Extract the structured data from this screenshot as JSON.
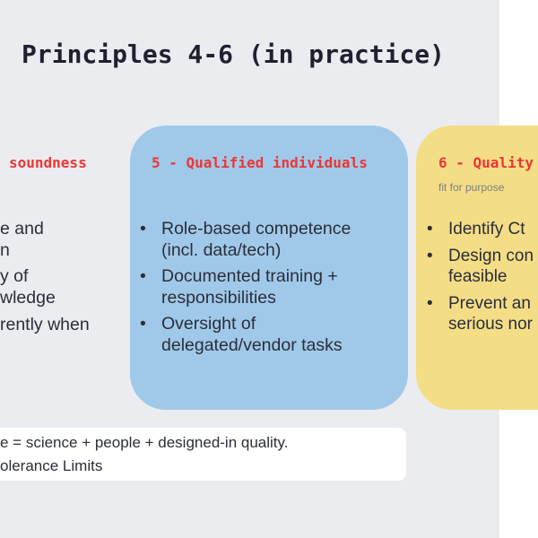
{
  "title": "Principles 4-6 (in practice)",
  "left_card": {
    "header": "soundness",
    "fragments": [
      "e and",
      "n",
      "y of",
      "wledge",
      "rently when"
    ]
  },
  "blue_card": {
    "header": "5 - Qualified individuals",
    "bullets": [
      [
        "Role-based competence",
        "(incl. data/tech)"
      ],
      [
        "Documented training +",
        "responsibilities"
      ],
      [
        "Oversight of",
        "delegated/vendor tasks"
      ]
    ]
  },
  "yellow_card": {
    "header": "6 - Quality",
    "subtitle": "fit for purpose",
    "bullets": [
      [
        "Identify Ct"
      ],
      [
        "Design con",
        "feasible"
      ],
      [
        "Prevent an",
        "serious nor"
      ]
    ]
  },
  "note": {
    "line1": "e = science + people + designed-in quality.",
    "line2": "olerance Limits"
  },
  "colors": {
    "background": "#ebecf0",
    "blue": "#a0c9e9",
    "yellow": "#f3dd86",
    "header_red": "#ee3535"
  }
}
